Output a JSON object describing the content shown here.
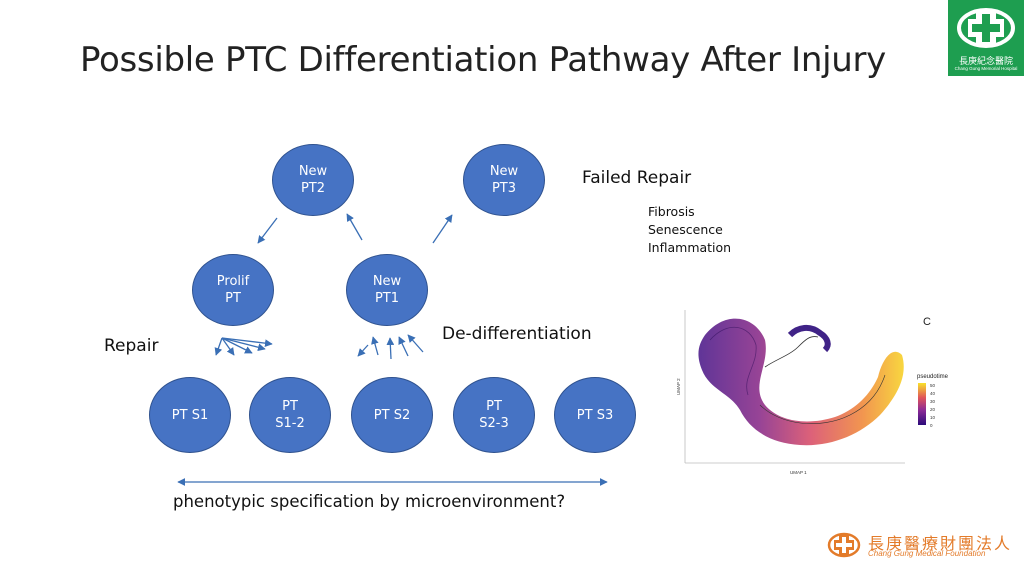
{
  "title": "Possible PTC Differentiation Pathway After Injury",
  "logo_top_right": {
    "name_cn": "長庚紀念醫院",
    "name_en": "Chang Gung Memorial Hospital",
    "color": "#1e9e50"
  },
  "nodes": {
    "new_pt2": [
      "New",
      "PT2"
    ],
    "new_pt3": [
      "New",
      "PT3"
    ],
    "prolif_pt": [
      "Prolif",
      "PT"
    ],
    "new_pt1": [
      "New",
      "PT1"
    ],
    "pt_s1": [
      "PT S1"
    ],
    "pt_s1_2": [
      "PT",
      "S1-2"
    ],
    "pt_s2": [
      "PT S2"
    ],
    "pt_s2_3": [
      "PT",
      "S2-3"
    ],
    "pt_s3": [
      "PT S3"
    ]
  },
  "labels": {
    "failed_repair": "Failed Repair",
    "outcomes": [
      "Fibrosis",
      "Senescence",
      "Inflammation"
    ],
    "repair": "Repair",
    "dedifferentiation": "De-differentiation",
    "caption": "phenotypic specification by microenvironment?"
  },
  "umap": {
    "panel_letter": "C",
    "legend_title": "pseudotime",
    "legend_ticks": [
      "50",
      "40",
      "30",
      "20",
      "10",
      "0"
    ],
    "xlabel": "UMAP 1",
    "ylabel": "UMAP 2"
  },
  "logo_bottom": {
    "name_cn": "長庚醫療財團法人",
    "name_en": "Chang Gung Medical Foundation",
    "color": "#e37b2a"
  },
  "colors": {
    "node_fill": "#4673c4",
    "arrow": "#3a6fb5"
  }
}
